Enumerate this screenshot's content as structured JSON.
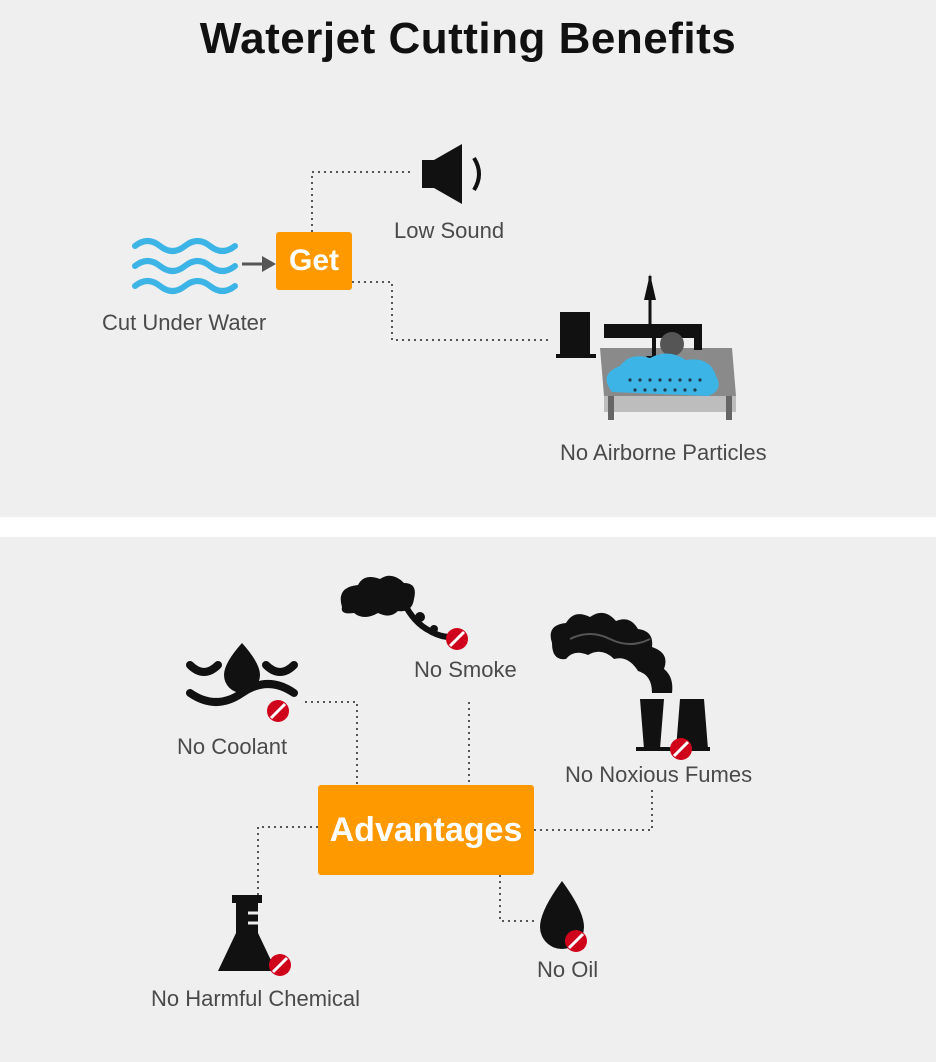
{
  "title": "Waterjet Cutting Benefits",
  "top": {
    "hub": "Get",
    "source": {
      "label": "Cut Under Water",
      "icon": "water-waves-icon"
    },
    "benefits": [
      {
        "label": "Low Sound",
        "icon": "speaker-icon"
      },
      {
        "label": "No Airborne Particles",
        "icon": "waterjet-machine-icon"
      }
    ]
  },
  "bottom": {
    "hub": "Advantages",
    "items": [
      {
        "label": "No Coolant",
        "icon": "coolant-icon"
      },
      {
        "label": "No Smoke",
        "icon": "smoke-icon"
      },
      {
        "label": "No Noxious Fumes",
        "icon": "factory-fumes-icon"
      },
      {
        "label": "No Harmful Chemical",
        "icon": "chemical-flask-icon"
      },
      {
        "label": "No Oil",
        "icon": "oil-drop-icon"
      }
    ]
  },
  "colors": {
    "accent": "#ff9900",
    "water": "#3db4e6",
    "prohibited": "#d0021b",
    "panel": "#efefef",
    "icon": "#111111"
  }
}
